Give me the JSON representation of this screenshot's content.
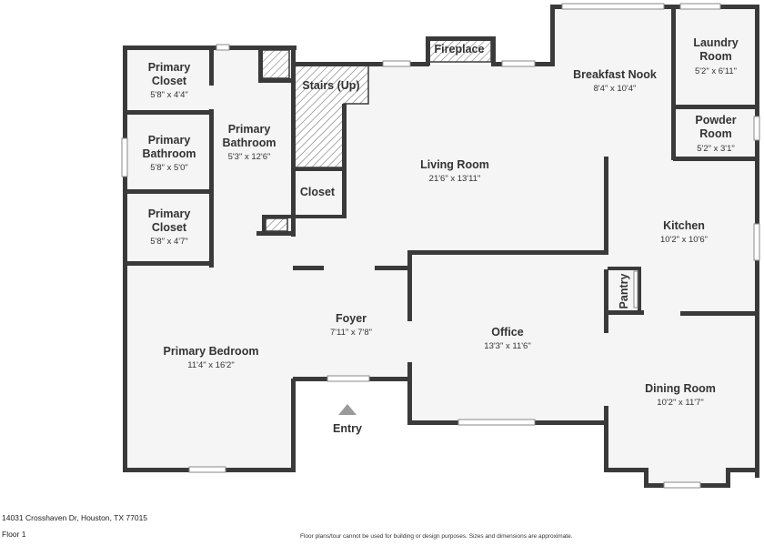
{
  "rooms": {
    "primary_closet_1": {
      "name": "Primary Closet",
      "dim": "5'8\" x 4'4\""
    },
    "primary_bathroom_small": {
      "name": "Primary Bathroom",
      "dim": "5'8\" x 5'0\""
    },
    "primary_closet_2": {
      "name": "Primary Closet",
      "dim": "5'8\" x 4'7\""
    },
    "primary_bathroom_large": {
      "name": "Primary Bathroom",
      "dim": "5'3\" x 12'6\""
    },
    "stairs": {
      "name": "Stairs (Up)"
    },
    "fireplace": {
      "name": "Fireplace"
    },
    "closet": {
      "name": "Closet"
    },
    "living_room": {
      "name": "Living Room",
      "dim": "21'6\" x 13'11\""
    },
    "breakfast_nook": {
      "name": "Breakfast Nook",
      "dim": "8'4\" x 10'4\""
    },
    "laundry_room": {
      "name": "Laundry Room",
      "dim": "5'2\" x 6'11\""
    },
    "powder_room": {
      "name": "Powder Room",
      "dim": "5'2\" x 3'1\""
    },
    "kitchen": {
      "name": "Kitchen",
      "dim": "10'2\" x 10'6\""
    },
    "pantry": {
      "name": "Pantry"
    },
    "foyer": {
      "name": "Foyer",
      "dim": "7'11\" x 7'8\""
    },
    "office": {
      "name": "Office",
      "dim": "13'3\" x 11'6\""
    },
    "primary_bedroom": {
      "name": "Primary Bedroom",
      "dim": "11'4\" x 16'2\""
    },
    "dining_room": {
      "name": "Dining Room",
      "dim": "10'2\" x 11'7\""
    }
  },
  "entry": {
    "label": "Entry"
  },
  "footer": {
    "address": "14031 Crosshaven Dr, Houston, TX 77015",
    "floor": "Floor 1",
    "disclaimer": "Floor plans/tour cannot be used for building or design purposes. Sizes and dimensions are approximate."
  },
  "colors": {
    "wall": "#3a3a3a",
    "floor": "#f5f5f5",
    "text": "#333333"
  }
}
